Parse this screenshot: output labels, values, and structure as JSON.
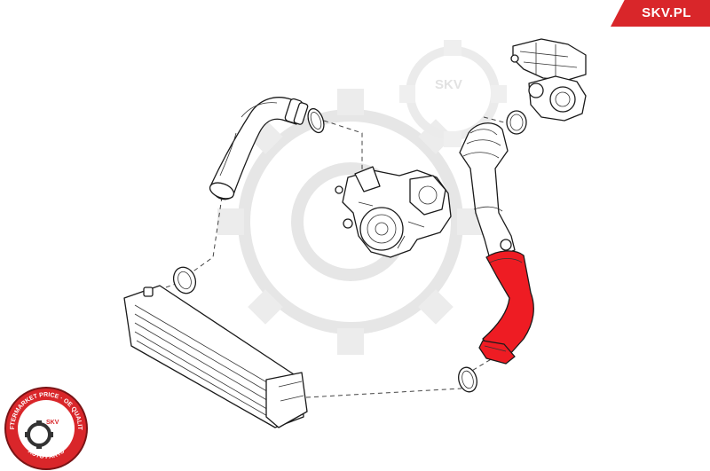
{
  "brand": {
    "site_label": "SKV.PL",
    "watermark_text": "SKV",
    "accent_color": "#d9262a",
    "highlight_color": "#ee1c23"
  },
  "badge": {
    "ring_top": "AFTERMARKET PRICE · OE QUALITY",
    "ring_bottom": "AUTO PARTS",
    "center": "SKV"
  }
}
